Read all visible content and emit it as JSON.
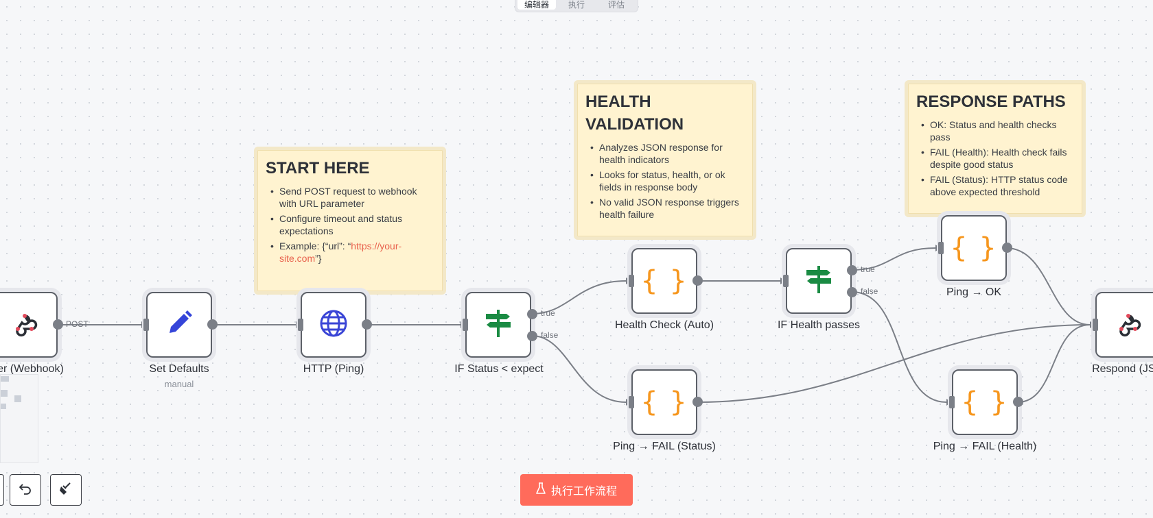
{
  "top_tabs": [
    "编辑器",
    "执行",
    "评估"
  ],
  "sticky_notes": [
    {
      "title": "START HERE",
      "items": [
        "Send POST request to webhook with URL parameter",
        "Configure timeout and status expectations"
      ],
      "example_prefix": "Example: {“url”: “",
      "example_link": "https://your-site.com",
      "example_suffix": "”}"
    },
    {
      "title": "HEALTH VALIDATION",
      "items": [
        "Analyzes JSON response for health indicators",
        "Looks for status, health, or ok fields in response body",
        "No valid JSON response triggers health failure"
      ]
    },
    {
      "title": "RESPONSE PATHS",
      "items": [
        "OK: Status and health checks pass",
        "FAIL (Health): Health check fails despite good status",
        "FAIL (Status): HTTP status code above expected threshold"
      ]
    }
  ],
  "nodes": {
    "trigger": {
      "label": "uer (Webhook)",
      "icon": "webhook-icon"
    },
    "set_defaults": {
      "label": "Set Defaults",
      "sublabel": "manual",
      "icon": "pencil-icon"
    },
    "http_ping": {
      "label": "HTTP (Ping)",
      "icon": "globe-icon"
    },
    "if_status": {
      "label": "IF Status < expect",
      "icon": "signpost-icon"
    },
    "health_check": {
      "label": "Health Check (Auto)",
      "icon": "code-braces-icon"
    },
    "if_health": {
      "label": "IF Health passes",
      "icon": "signpost-icon"
    },
    "ping_ok": {
      "label": "Ping → OK",
      "icon": "code-braces-icon"
    },
    "ping_fail_status": {
      "label": "Ping → FAIL (Status)",
      "icon": "code-braces-icon"
    },
    "ping_fail_health": {
      "label": "Ping → FAIL (Health)",
      "icon": "code-braces-icon"
    },
    "respond": {
      "label": "Respond (JS(",
      "icon": "webhook-icon"
    }
  },
  "edge_labels": {
    "post": "POST",
    "status_true": "true",
    "status_false": "false",
    "health_true": "true",
    "health_false": "false"
  },
  "braces_glyph": "{ }",
  "run_button": {
    "label": "执行工作流程",
    "icon": "flask-icon"
  },
  "colors": {
    "accent": "#ff6b5b",
    "code_node": "#f6961d",
    "if_node": "#1a8b43",
    "http_node": "#3a45d6",
    "webhook": "#e24a5b",
    "sticky": "#fff3d0"
  }
}
